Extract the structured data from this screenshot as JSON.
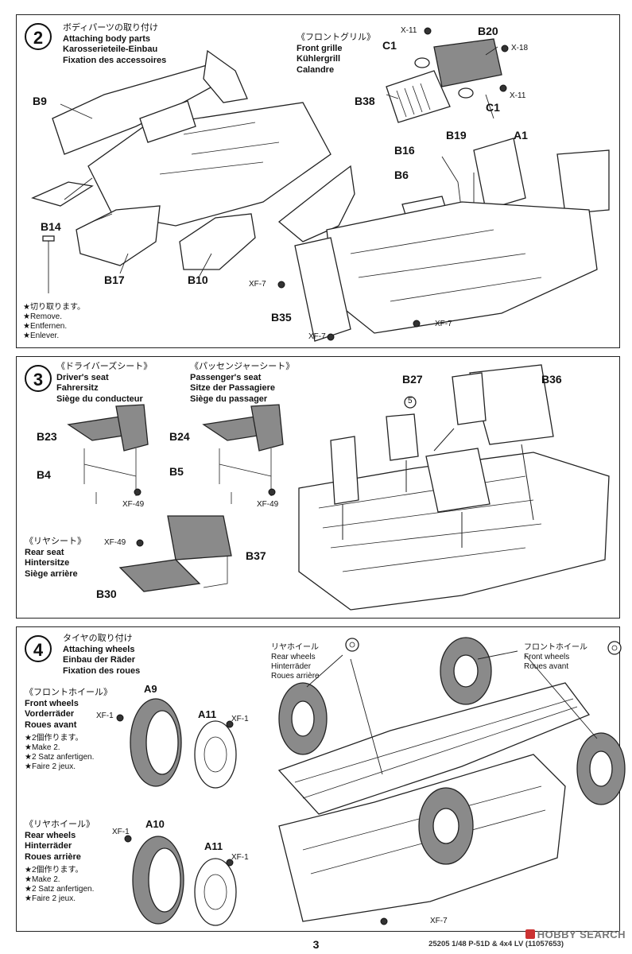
{
  "step2": {
    "number": "2",
    "title": [
      "ボディパーツの取り付け",
      "Attaching body parts",
      "Karosserieteile-Einbau",
      "Fixation des accessoires"
    ],
    "subtitle": [
      "《フロントグリル》",
      "Front grille",
      "Kühlergrill",
      "Calandre"
    ],
    "parts": {
      "b9": "B9",
      "b14": "B14",
      "b17": "B17",
      "b10": "B10",
      "b35": "B35",
      "b20": "B20",
      "c1a": "C1",
      "c1b": "C1",
      "b38": "B38",
      "b16": "B16",
      "b19": "B19",
      "a1": "A1",
      "b6": "B6"
    },
    "hardware": {
      "x11a": "X-11",
      "x18": "X-18",
      "x11b": "X-11",
      "xf7a": "XF-7",
      "xf7b": "XF-7",
      "xf7c": "XF-7"
    },
    "note": [
      "★切り取ります。",
      "★Remove.",
      "★Entfernen.",
      "★Enlever."
    ]
  },
  "step3": {
    "number": "3",
    "driver": [
      "《ドライバーズシート》",
      "Driver's seat",
      "Fahrersitz",
      "Siège du conducteur"
    ],
    "passenger": [
      "《パッセンジャーシート》",
      "Passenger's seat",
      "Sitze der Passagiere",
      "Siège du passager"
    ],
    "rear": [
      "《リヤシート》",
      "Rear seat",
      "Hintersitze",
      "Siège arrière"
    ],
    "parts": {
      "b23": "B23",
      "b4": "B4",
      "b24": "B24",
      "b5": "B5",
      "b37": "B37",
      "b30": "B30",
      "b27": "B27",
      "b36": "B36",
      "ref5": "5"
    },
    "hardware": {
      "xf49a": "XF-49",
      "xf49b": "XF-49",
      "xf49c": "XF-49"
    }
  },
  "step4": {
    "number": "4",
    "title": [
      "タイヤの取り付け",
      "Attaching wheels",
      "Einbau der Räder",
      "Fixation des roues"
    ],
    "front": [
      "《フロントホイール》",
      "Front wheels",
      "Vorderräder",
      "Roues avant"
    ],
    "rear": [
      "《リヤホイール》",
      "Rear wheels",
      "Hinterräder",
      "Roues arrière"
    ],
    "note": [
      "★2個作ります。",
      "★Make 2.",
      "★2 Satz anfertigen.",
      "★Faire 2 jeux."
    ],
    "rear_callout": [
      "リヤホイール",
      "Rear wheels",
      "Hinterräder",
      "Roues arrière"
    ],
    "front_callout": [
      "フロントホイール",
      "Front wheels",
      "Roues avant"
    ],
    "parts": {
      "a9": "A9",
      "a11a": "A11",
      "a10": "A10",
      "a11b": "A11"
    },
    "hardware": {
      "xf1a": "XF-1",
      "xf1b": "XF-1",
      "xf1c": "XF-1",
      "xf1d": "XF-1",
      "xf7": "XF-7"
    }
  },
  "footer": {
    "page_number": "3",
    "reference": "25205 1/48 P-51D & 4x4 LV (11057653)",
    "watermark": "HOBBY SEARCH"
  }
}
